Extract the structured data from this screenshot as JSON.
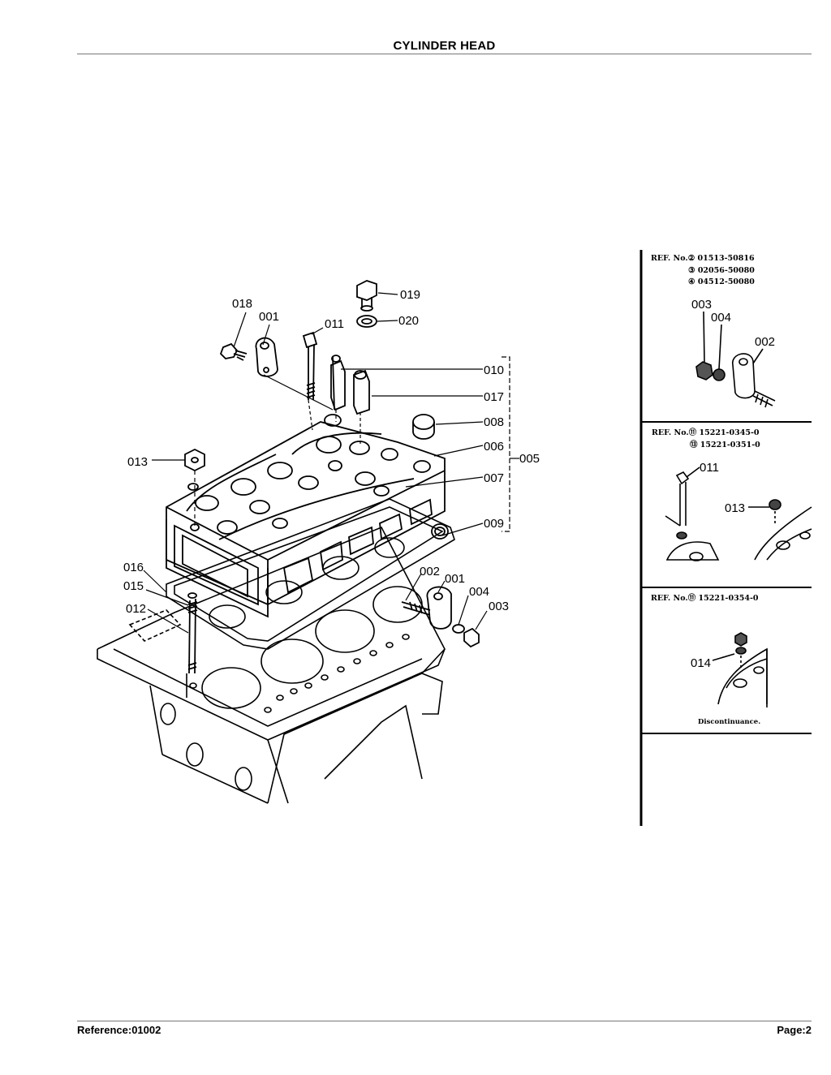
{
  "header": {
    "title": "CYLINDER HEAD"
  },
  "footer": {
    "reference": "Reference:01002",
    "page": "Page:2"
  },
  "diagram": {
    "callouts": {
      "c018": "018",
      "c001a": "001",
      "c011": "011",
      "c019": "019",
      "c020": "020",
      "c010": "010",
      "c017": "017",
      "c008": "008",
      "c006": "006",
      "c005": "005",
      "c007": "007",
      "c009": "009",
      "c013": "013",
      "c016": "016",
      "c015": "015",
      "c012": "012",
      "c002": "002",
      "c001b": "001",
      "c004": "004",
      "c003": "003"
    }
  },
  "side_panels": {
    "panel1": {
      "ref_lines": [
        "REF. No.② 01513-50816",
        "③ 02056-50080",
        "④ 04512-50080"
      ],
      "callouts": {
        "c003": "003",
        "c004": "004",
        "c002": "002"
      }
    },
    "panel2": {
      "ref_lines": [
        "REF. No.⑪ 15221-0345-0",
        "⑬ 15221-0351-0"
      ],
      "callouts": {
        "c011": "011",
        "c013": "013"
      }
    },
    "panel3": {
      "ref_lines": [
        "REF. No.⑪ 15221-0354-0"
      ],
      "callouts": {
        "c014": "014"
      },
      "note": "Discontinuance."
    }
  }
}
